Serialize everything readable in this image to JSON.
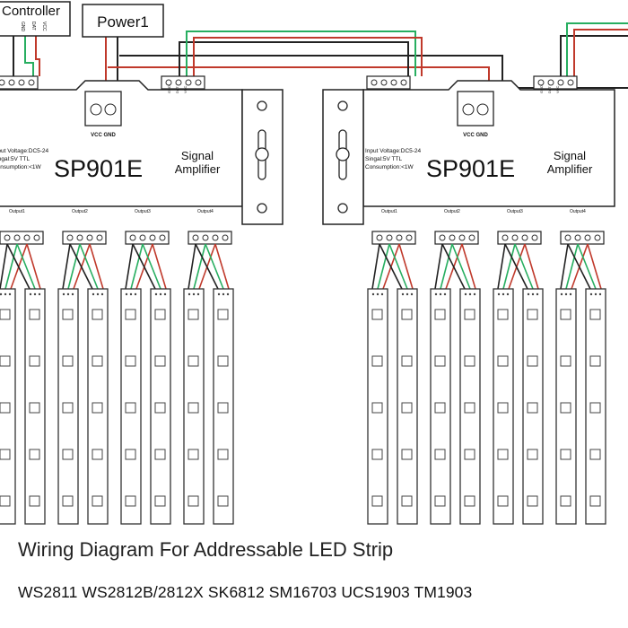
{
  "controller": {
    "label": "Controller",
    "pins": [
      "GND",
      "DAT",
      "VCC"
    ]
  },
  "power": {
    "label": "Power1"
  },
  "amplifier": {
    "model": "SP901E",
    "type_line1": "Signal",
    "type_line2": "Amplifier",
    "specs": [
      "Input Voltage:DC5-24",
      "Singal:5V TTL",
      "Consumption:<1W"
    ],
    "power_terminal": "VCC GND",
    "input_pins": [
      "GND",
      "DAT",
      "VCC"
    ],
    "outputs": [
      "Output1",
      "Output2",
      "Output3",
      "Output4"
    ]
  },
  "wire_colors": {
    "red": "#c0392b",
    "green": "#27ae60",
    "black": "#222222"
  },
  "caption": {
    "title": "Wiring Diagram For Addressable LED Strip",
    "models": "WS2811 WS2812B/2812X SK6812 SM16703 UCS1903 TM1903"
  }
}
